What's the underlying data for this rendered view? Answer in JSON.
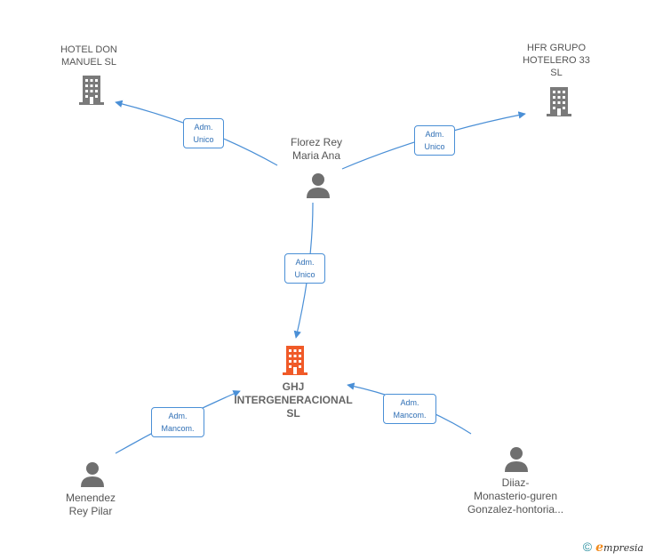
{
  "colors": {
    "edge": "#4a8fd6",
    "company_icon": "#7a7a7a",
    "main_company_icon": "#f05a28",
    "person_icon": "#6f6f6f"
  },
  "nodes": {
    "hotel_don_manuel": {
      "line1": "HOTEL DON",
      "line2": "MANUEL SL",
      "icon": "building-icon"
    },
    "hfr_grupo": {
      "line1": "HFR GRUPO",
      "line2": "HOTELERO 33",
      "line3": "SL",
      "icon": "building-icon"
    },
    "florez_rey": {
      "line1": "Florez Rey",
      "line2": "Maria Ana",
      "icon": "person-icon"
    },
    "ghj": {
      "line1": "GHJ",
      "line2": "INTERGENERACIONAL",
      "line3": "SL",
      "icon": "building-icon"
    },
    "menendez": {
      "line1": "Menendez",
      "line2": "Rey Pilar",
      "icon": "person-icon"
    },
    "diiaz": {
      "line1": "Diiaz-",
      "line2": "Monasterio-guren",
      "line3": "Gonzalez-hontoria...",
      "icon": "person-icon"
    }
  },
  "edges": {
    "florez_to_hotel": {
      "line1": "Adm.",
      "line2": "Unico"
    },
    "florez_to_hfr": {
      "line1": "Adm.",
      "line2": "Unico"
    },
    "florez_to_ghj": {
      "line1": "Adm.",
      "line2": "Unico"
    },
    "menendez_to_ghj": {
      "line1": "Adm.",
      "line2": "Mancom."
    },
    "diiaz_to_ghj": {
      "line1": "Adm.",
      "line2": "Mancom."
    }
  },
  "footer": {
    "copyright": "©",
    "brand_e": "e",
    "brand_rest": "mpresia"
  }
}
